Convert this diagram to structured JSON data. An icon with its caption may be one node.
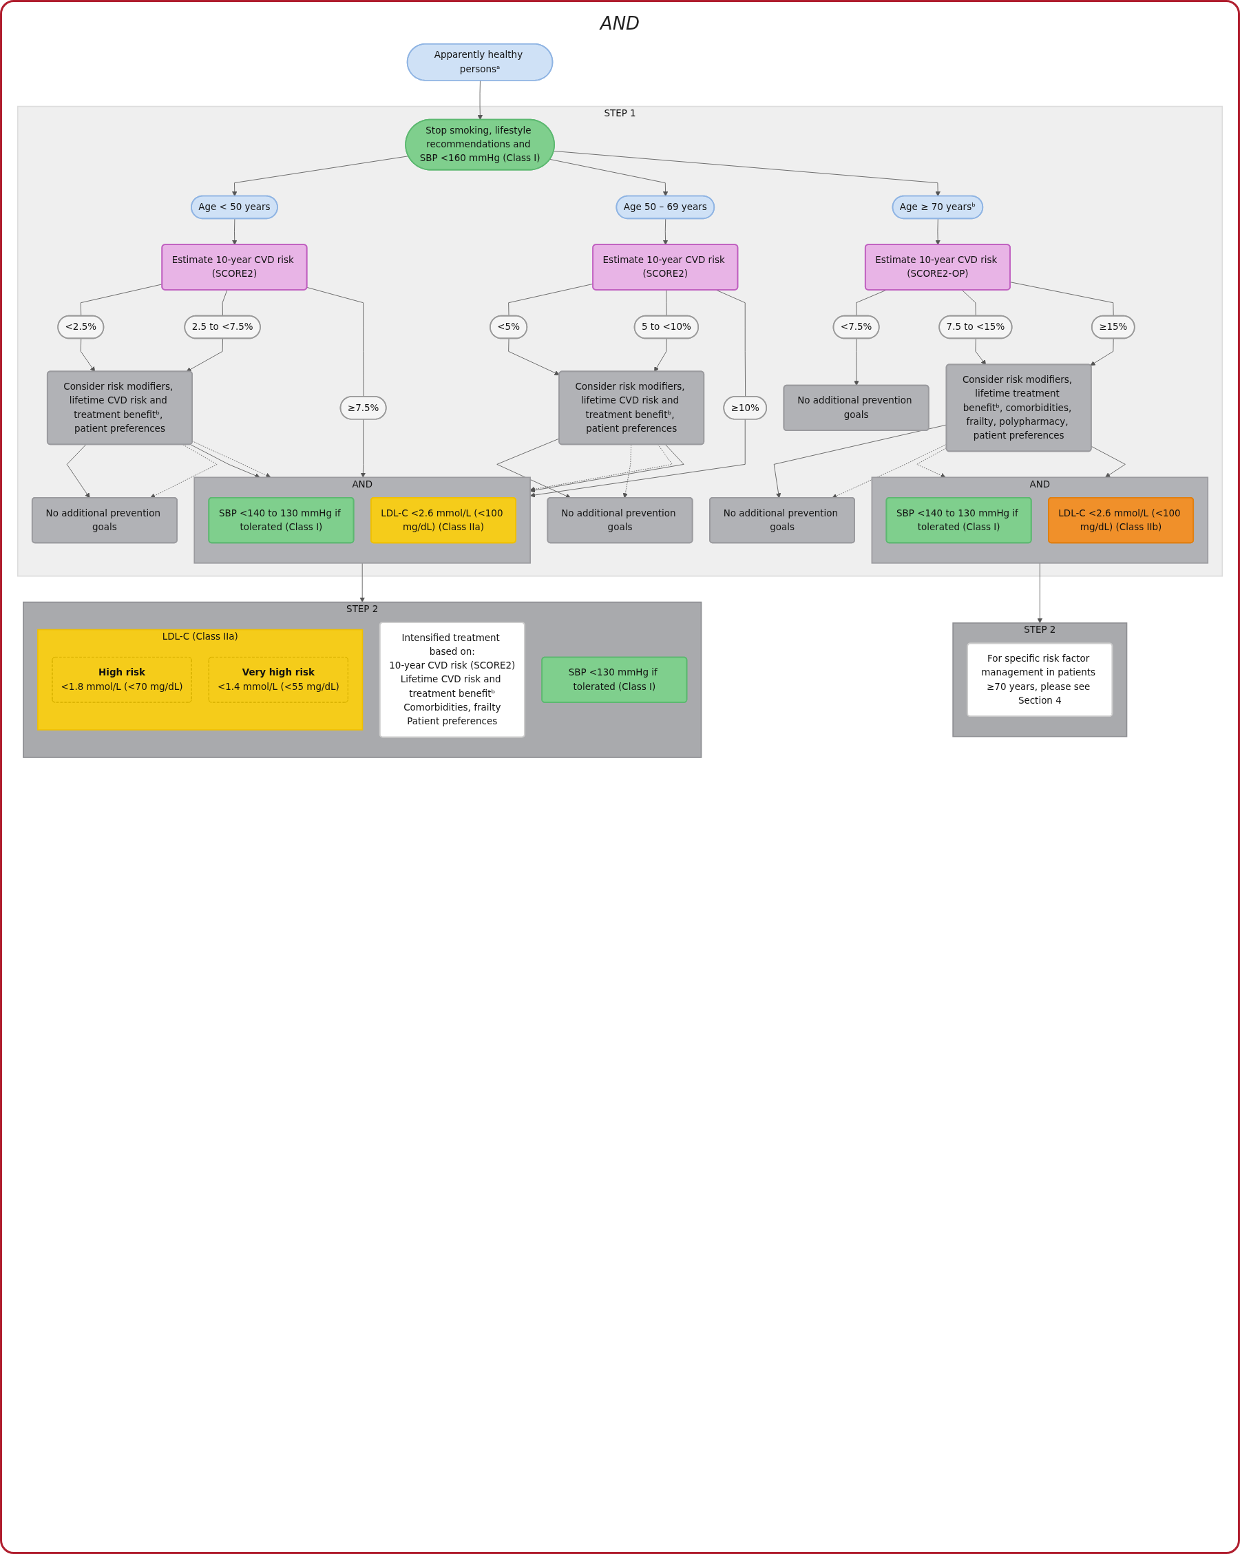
{
  "diagram": {
    "nodes": [
      {
        "text": [
          "Apparently healthy personsᵃ"
        ]
      },
      {
        "text": [
          "STEP 1"
        ]
      },
      {
        "text": [
          "Stop smoking, lifestyle recommendations and SBP <160 mmHg (Class I)"
        ],
        "in": 1
      },
      {
        "text": [
          "Age < 50 years"
        ],
        "in": 1
      },
      {
        "text": [
          "Age 50 – 69 years"
        ],
        "in": 1
      },
      {
        "text": [
          "Age ≥ 70 yearsᵇ"
        ],
        "in": 1
      },
      {
        "text": [
          "Estimate 10-year CVD risk (SCORE2)"
        ],
        "in": 1
      },
      {
        "text": [
          "Estimate 10-year CVD risk (SCORE2)"
        ],
        "in": 1
      },
      {
        "text": [
          "Estimate 10-year CVD risk (SCORE2-OP)"
        ],
        "in": 1
      },
      {
        "text": [
          "<2.5%"
        ],
        "in": 1
      },
      {
        "text": [
          "2.5 to <7.5%"
        ],
        "in": 1
      },
      {
        "text": [
          "≥7.5%"
        ],
        "in": 1
      },
      {
        "text": [
          "<5%"
        ],
        "in": 1
      },
      {
        "text": [
          "5 to <10%"
        ],
        "in": 1
      },
      {
        "text": [
          "≥10%"
        ],
        "in": 1
      },
      {
        "text": [
          "<7.5%"
        ],
        "in": 1
      },
      {
        "text": [
          "7.5 to <15%"
        ],
        "in": 1
      },
      {
        "text": [
          "≥15%"
        ],
        "in": 1
      },
      {
        "text": [
          "Consider risk modifiers, lifetime CVD risk and treatment benefitᵇ, patient preferences"
        ],
        "in": 1
      },
      {
        "text": [
          "Consider risk modifiers, lifetime CVD risk and treatment benefitᵇ, patient preferences"
        ],
        "in": 1
      },
      {
        "text": [
          "Consider risk modifiers, lifetime treatment benefitᵇ, comorbidities, frailty, polypharmacy, patient preferences"
        ],
        "in": 1
      },
      {
        "text": [
          "No additional prevention goals"
        ],
        "in": 1
      },
      {
        "text": [
          "No additional prevention goals"
        ],
        "in": 1
      },
      {
        "text": [
          "No additional prevention goals"
        ],
        "in": 1
      },
      {
        "text": [
          "No additional prevention goals"
        ],
        "in": 1
      },
      {
        "text": [
          "AND"
        ],
        "in": 1
      },
      {
        "text": [
          "SBP <140 to 130 mmHg if tolerated (Class I)"
        ],
        "in": 25
      },
      {
        "text": [
          "LDL-C <2.6 mmol/L (<100 mg/dL) (Class IIa)"
        ],
        "in": 25
      },
      {
        "text": [
          "AND"
        ],
        "in": 1
      },
      {
        "text": [
          "SBP <140 to 130 mmHg if tolerated (Class I)"
        ],
        "in": 28
      },
      {
        "text": [
          "LDL-C <2.6 mmol/L (<100 mg/dL) (Class IIb)"
        ],
        "in": 28
      },
      {
        "text": [
          "STEP 2"
        ]
      },
      {
        "text": [
          "Intensified treatment based on:",
          "10-year CVD risk (SCORE2)",
          "Lifetime CVD risk and treatment benefitᵇ",
          "Comorbidities, frailty",
          "Patient preferences"
        ],
        "in": 31
      },
      {
        "text": [
          "SBP <130 mmHg if tolerated (Class I)"
        ],
        "in": 31
      },
      {
        "text": [
          "LDL-C (Class IIa)"
        ],
        "in": 31
      },
      {
        "text": [
          "High risk",
          "<1.8 mmol/L (<70 mg/dL)"
        ],
        "in": 34
      },
      {
        "text": [
          "Very high risk",
          "<1.4 mmol/L (<55 mg/dL)"
        ],
        "in": 34
      },
      {
        "text": [
          "STEP 2"
        ]
      },
      {
        "text": [
          "For specific risk factor management in patients ≥70 years, please see Section 4"
        ],
        "in": 37
      }
    ],
    "edges": [
      {
        "from": 0,
        "to": 2,
        "arrow": "to"
      },
      {
        "from": 2,
        "to": 3,
        "arrow": "to"
      },
      {
        "from": 2,
        "to": 4,
        "arrow": "to"
      },
      {
        "from": 2,
        "to": 5,
        "arrow": "to"
      },
      {
        "from": 3,
        "to": 6,
        "arrow": "to"
      },
      {
        "from": 4,
        "to": 7,
        "arrow": "to"
      },
      {
        "from": 5,
        "to": 8,
        "arrow": "to"
      },
      {
        "from": 6,
        "to": 9,
        "arrow": "none"
      },
      {
        "from": 6,
        "to": 10,
        "arrow": "none"
      },
      {
        "from": 6,
        "to": 11,
        "arrow": "none"
      },
      {
        "from": 7,
        "to": 12,
        "arrow": "none"
      },
      {
        "from": 7,
        "to": 13,
        "arrow": "none"
      },
      {
        "from": 7,
        "to": 14,
        "arrow": "none"
      },
      {
        "from": 8,
        "to": 15,
        "arrow": "none"
      },
      {
        "from": 8,
        "to": 16,
        "arrow": "none"
      },
      {
        "from": 8,
        "to": 17,
        "arrow": "none"
      },
      {
        "from": 9,
        "to": 18,
        "arrow": "to"
      },
      {
        "from": 10,
        "to": 18,
        "arrow": "to"
      },
      {
        "from": 11,
        "to": 25,
        "arrow": "to"
      },
      {
        "from": 18,
        "to": 21,
        "arrow": "to"
      },
      {
        "from": 18,
        "to": 21,
        "arrow": "to",
        "style": "dashed"
      },
      {
        "from": 18,
        "to": 25,
        "arrow": "to"
      },
      {
        "from": 18,
        "to": 25,
        "arrow": "to",
        "style": "dashed"
      },
      {
        "from": 12,
        "to": 19,
        "arrow": "to"
      },
      {
        "from": 13,
        "to": 19,
        "arrow": "to"
      },
      {
        "from": 14,
        "to": 25,
        "arrow": "to"
      },
      {
        "from": 19,
        "to": 22,
        "arrow": "to"
      },
      {
        "from": 19,
        "to": 22,
        "arrow": "to",
        "style": "dashed"
      },
      {
        "from": 19,
        "to": 25,
        "arrow": "to",
        "style": "dashed"
      },
      {
        "from": 19,
        "to": 25,
        "arrow": "to"
      },
      {
        "from": 15,
        "to": 23,
        "arrow": "to"
      },
      {
        "from": 16,
        "to": 20,
        "arrow": "to"
      },
      {
        "from": 17,
        "to": 20,
        "arrow": "to"
      },
      {
        "from": 20,
        "to": 24,
        "arrow": "to"
      },
      {
        "from": 20,
        "to": 24,
        "arrow": "to",
        "style": "dashed"
      },
      {
        "from": 20,
        "to": 28,
        "arrow": "to",
        "style": "dashed"
      },
      {
        "from": 20,
        "to": 28,
        "arrow": "to"
      },
      {
        "from": 25,
        "to": 31,
        "arrow": "to"
      },
      {
        "from": 28,
        "to": 37,
        "arrow": "to"
      }
    ],
    "labels": [
      "AND"
    ]
  }
}
